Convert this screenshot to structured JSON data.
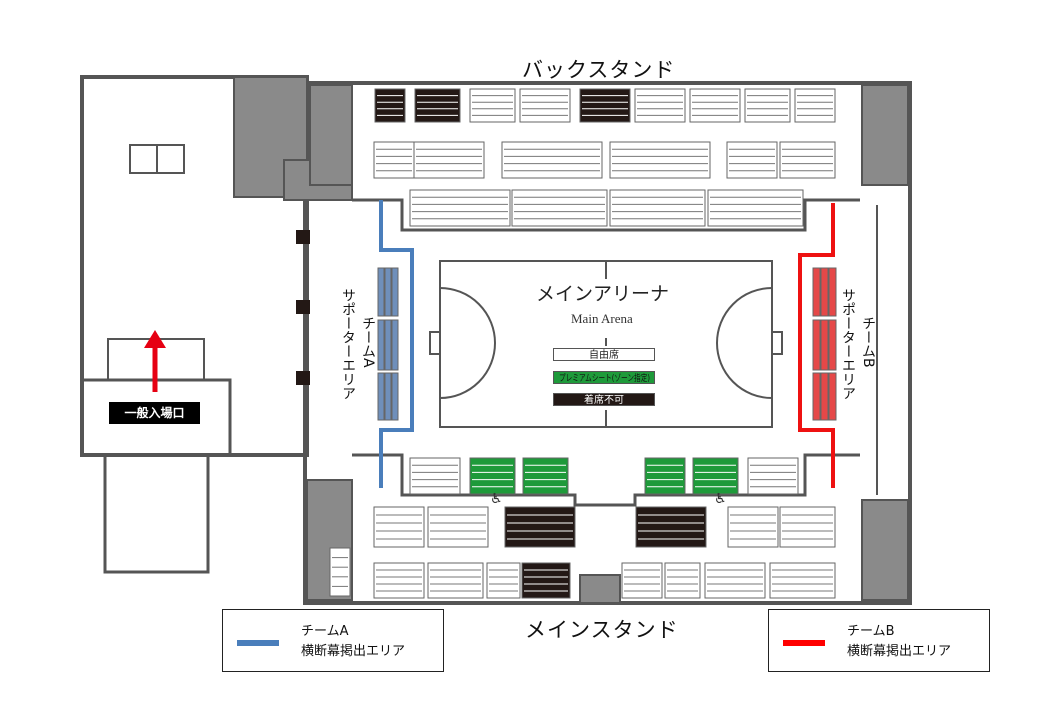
{
  "stands": {
    "back": "バックスタンド",
    "main": "メインスタンド"
  },
  "arena": {
    "title_ja": "メインアリーナ",
    "title_en": "Main Arena"
  },
  "seat_key": [
    {
      "label": "自由席",
      "color": "#ffffff",
      "text_color": "#222222"
    },
    {
      "label": "プレミアムシート(ゾーン指定)",
      "color": "#1e9a3a",
      "text_color": "#111111"
    },
    {
      "label": "着席不可",
      "color": "#231815",
      "text_color": "#ffffff"
    }
  ],
  "supporter_areas": {
    "team_a": {
      "team": "チームA",
      "area": "サポーターエリア",
      "seat_color": "#6f8fba",
      "line_color": "#4a7ebb"
    },
    "team_b": {
      "team": "チームB",
      "area": "サポーターエリア",
      "seat_color": "#e54848",
      "line_color": "#ee1111"
    }
  },
  "entrance": {
    "label": "一般入場口",
    "arrow_color": "#e60012"
  },
  "legend": [
    {
      "team": "チームA",
      "desc": "横断幕掲出エリア",
      "color": "#4a7ebb"
    },
    {
      "team": "チームB",
      "desc": "横断幕掲出エリア",
      "color": "#ff0000"
    }
  ]
}
